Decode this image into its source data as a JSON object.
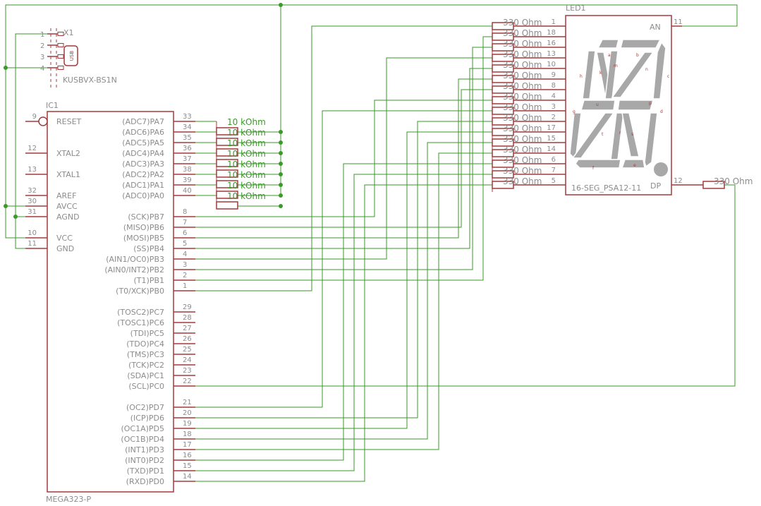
{
  "colors": {
    "wire": "#3a9a28",
    "body": "#a33a3a",
    "text": "#8c8c8c",
    "segment": "#a8a8a8"
  },
  "x1": {
    "name": "X1",
    "value": "KUSBVX-BS1N",
    "pins": [
      "1",
      "2",
      "3",
      "4"
    ],
    "usb_label": "USB"
  },
  "ic1": {
    "name": "IC1",
    "value": "MEGA323-P",
    "left_pins": [
      {
        "num": "9",
        "label": "RESET"
      },
      {
        "num": "12",
        "label": "XTAL2"
      },
      {
        "num": "13",
        "label": "XTAL1"
      },
      {
        "num": "32",
        "label": "AREF"
      },
      {
        "num": "30",
        "label": "AVCC"
      },
      {
        "num": "31",
        "label": "AGND"
      },
      {
        "num": "10",
        "label": "VCC"
      },
      {
        "num": "11",
        "label": "GND"
      }
    ],
    "right_pins": [
      {
        "num": "33",
        "label": "(ADC7)PA7"
      },
      {
        "num": "34",
        "label": "(ADC6)PA6"
      },
      {
        "num": "35",
        "label": "(ADC5)PA5"
      },
      {
        "num": "36",
        "label": "(ADC4)PA4"
      },
      {
        "num": "37",
        "label": "(ADC3)PA3"
      },
      {
        "num": "38",
        "label": "(ADC2)PA2"
      },
      {
        "num": "39",
        "label": "(ADC1)PA1"
      },
      {
        "num": "40",
        "label": "(ADC0)PA0"
      },
      {
        "num": "8",
        "label": "(SCK)PB7"
      },
      {
        "num": "7",
        "label": "(MISO)PB6"
      },
      {
        "num": "6",
        "label": "(MOSI)PB5"
      },
      {
        "num": "5",
        "label": "(SS)PB4"
      },
      {
        "num": "4",
        "label": "(AIN1/OC0)PB3"
      },
      {
        "num": "3",
        "label": "(AIN0/INT2)PB2"
      },
      {
        "num": "2",
        "label": "(T1)PB1"
      },
      {
        "num": "1",
        "label": "(T0/XCK)PB0"
      },
      {
        "num": "29",
        "label": "(TOSC2)PC7"
      },
      {
        "num": "28",
        "label": "(TOSC1)PC6"
      },
      {
        "num": "27",
        "label": "(TDI)PC5"
      },
      {
        "num": "26",
        "label": "(TDO)PC4"
      },
      {
        "num": "25",
        "label": "(TMS)PC3"
      },
      {
        "num": "24",
        "label": "(TCK)PC2"
      },
      {
        "num": "23",
        "label": "(SDA)PC1"
      },
      {
        "num": "22",
        "label": "(SCL)PC0"
      },
      {
        "num": "21",
        "label": "(OC2)PD7"
      },
      {
        "num": "20",
        "label": "(ICP)PD6"
      },
      {
        "num": "19",
        "label": "(OC1A)PD5"
      },
      {
        "num": "18",
        "label": "(OC1B)PD4"
      },
      {
        "num": "17",
        "label": "(INT1)PD3"
      },
      {
        "num": "16",
        "label": "(INT0)PD2"
      },
      {
        "num": "15",
        "label": "(TXD)PD1"
      },
      {
        "num": "14",
        "label": "(RXD)PD0"
      }
    ]
  },
  "pullups": {
    "count": 8,
    "value_digits": "10",
    "value_unit": "kOhm",
    "labels": [
      "10 kOhm",
      "10 kOhm",
      "10 kOhm",
      "10 kOhm",
      "10 kOhm",
      "10 kOhm",
      "10 kOhm",
      "10 kOhm"
    ]
  },
  "seg_resistors": {
    "labels": [
      "330 Ohm",
      "330 Ohm",
      "330 Ohm",
      "330 Ohm",
      "330 Ohm",
      "330 Ohm",
      "330 Ohm",
      "330 Ohm",
      "330 Ohm",
      "330 Ohm",
      "330 Ohm",
      "330 Ohm",
      "330 Ohm",
      "330 Ohm",
      "330 Ohm",
      "330 Ohm"
    ]
  },
  "led1": {
    "name": "LED1",
    "value": "16-SEG_PSA12-11",
    "pins": [
      "1",
      "18",
      "16",
      "13",
      "10",
      "9",
      "8",
      "4",
      "3",
      "2",
      "17",
      "15",
      "14",
      "6",
      "7",
      "5"
    ],
    "an_label": "AN",
    "an_pin": "11",
    "dp_label": "DP",
    "dp_pin": "12",
    "dp_resistor_label": "330 Ohm",
    "segment_letters": [
      "a",
      "b",
      "c",
      "d",
      "e",
      "f",
      "g",
      "h",
      "k",
      "m",
      "n",
      "p",
      "r",
      "s",
      "t",
      "u"
    ]
  }
}
